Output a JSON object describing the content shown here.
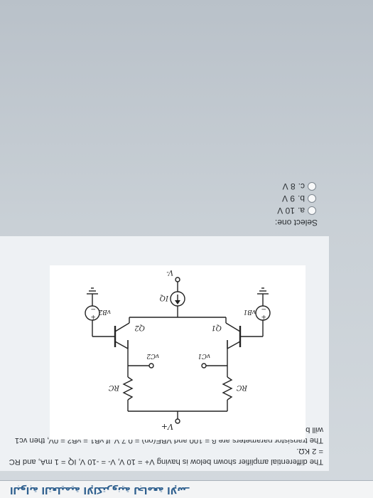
{
  "header": {
    "title": "البوابة التعليمية الإلكترونية لجامعة الإسـ"
  },
  "question": {
    "text_line1": "The differential amplifier shown below is having V+ = 10 V, V- = -10 V, IQ = 1 mA, and RC = 2 KΩ.",
    "text_line2": "The transistor parameters are β = 100 and VBE(on) = 0.7 V. If vB1 = vB2 = 0V, then vc1 will be"
  },
  "circuit": {
    "vplus": "V+",
    "rc_left": "RC",
    "rc_right": "RC",
    "vc1": "vC1",
    "vc2": "vC2",
    "q1": "Q1",
    "q2": "Q2",
    "vb1": "vB1",
    "vb2": "vB2",
    "iq": "IQ",
    "vminus": "V-"
  },
  "answers": {
    "label": "Select one:",
    "options": [
      {
        "letter": "a.",
        "text": "10 V"
      },
      {
        "letter": "b.",
        "text": "9 V"
      },
      {
        "letter": "c.",
        "text": "8 V"
      }
    ]
  }
}
